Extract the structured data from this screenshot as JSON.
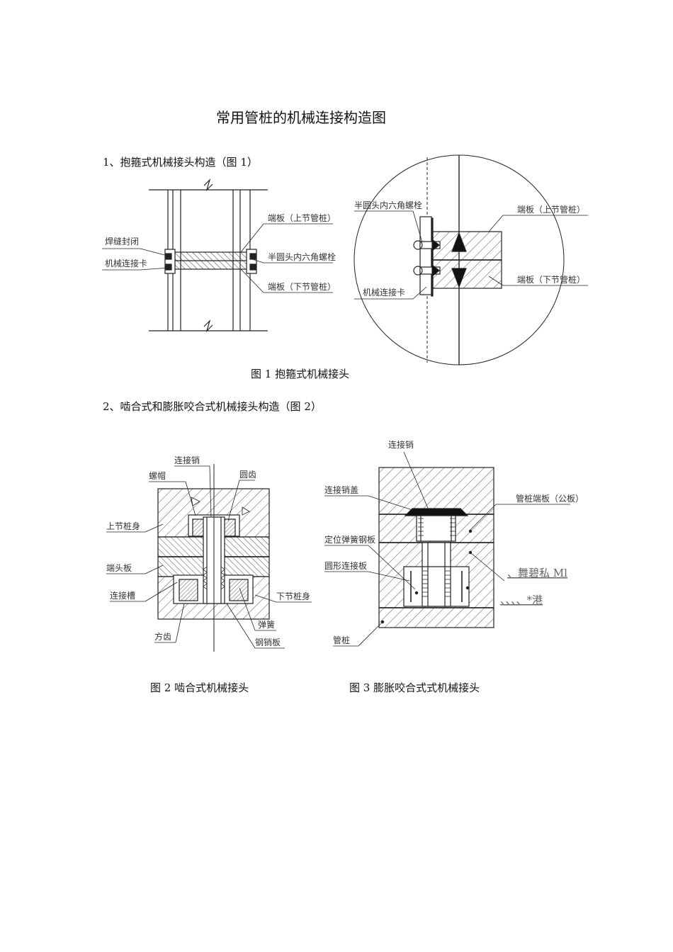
{
  "title": "常用管桩的机械连接构造图",
  "section1": "1、抱箍式机械接头构造（图 1）",
  "section2": "2、啮合式和膨胀咬合式机械接头构造（图 2）",
  "captions": {
    "fig1": "图 1 抱箍式机械接头",
    "fig2": "图 2 啮合式机械接头",
    "fig3": "图 3 膨胀咬合式式机械接头"
  },
  "fig1_left_labels": {
    "weld_seal": "焊缝封闭",
    "clip": "机械连接卡",
    "end_upper": "端板（上节管桩）",
    "bolt": "半圆头内六角螺栓",
    "end_lower": "端板（下节管桩）"
  },
  "fig1_right_labels": {
    "bolt": "半圆头内六角螺栓",
    "clip": "机械连接卡",
    "end_upper": "端板（上节管桩）",
    "end_lower": "端板（下节管桩）"
  },
  "fig2_labels": {
    "pin": "连接销",
    "nut_cap": "螺帽",
    "round_tooth": "圆齿",
    "upper_body": "上节桩身",
    "end_plate": "端头板",
    "groove": "连接槽",
    "lower_body": "下节桩身",
    "square_tooth": "方齿",
    "spring": "弹簧",
    "steel_plate": "钢销板"
  },
  "fig3_labels": {
    "pin": "连接销",
    "pin_cap": "连接销盖",
    "end_plate": "管桩端板（公板）",
    "spring_plate": "定位弹簧钢板",
    "ring_plate": "圆形连接板",
    "pile": "管桩",
    "ocr1": "、舞碧私 Ml",
    "ocr2": "、、、、*港"
  }
}
